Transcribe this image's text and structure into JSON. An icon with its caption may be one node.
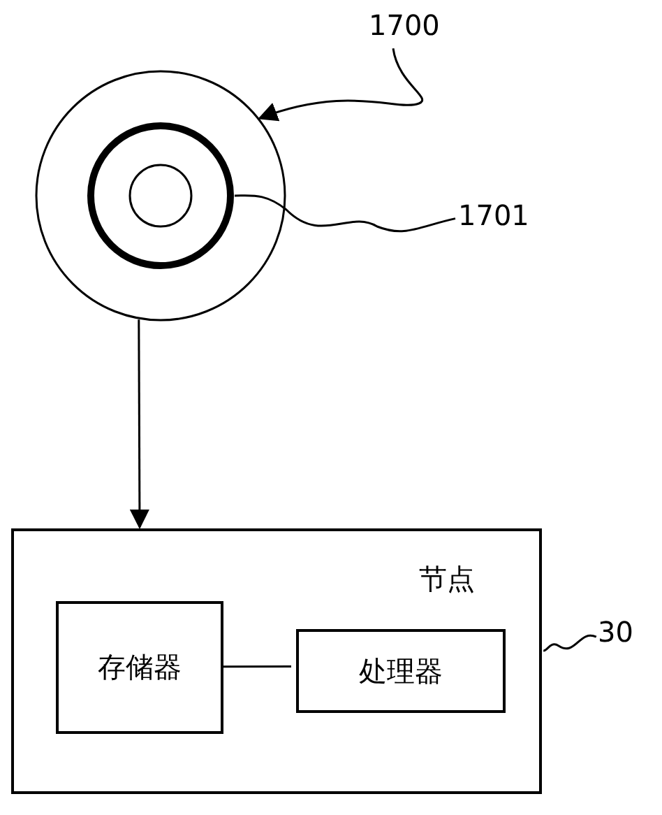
{
  "diagram": {
    "nodes": [
      {
        "text": [
          "1700"
        ]
      },
      {
        "text": [],
        "shape": "circle"
      },
      {
        "text": [],
        "shape": "circle",
        "in": 1
      },
      {
        "text": [
          "1701"
        ]
      },
      {
        "text": [
          "节点"
        ]
      },
      {
        "text": [
          "存储器"
        ],
        "in": 4
      },
      {
        "text": [
          "处理器"
        ],
        "in": 4
      },
      {
        "text": [
          "30"
        ]
      }
    ],
    "edges": [
      {
        "from": 0,
        "to": 1,
        "arrow": "to"
      },
      {
        "from": 3,
        "to": 2,
        "arrow": "none"
      },
      {
        "from": 1,
        "to": 4,
        "arrow": "to"
      },
      {
        "from": 5,
        "to": 6,
        "arrow": "none"
      },
      {
        "from": 7,
        "to": 4,
        "arrow": "none"
      }
    ]
  }
}
